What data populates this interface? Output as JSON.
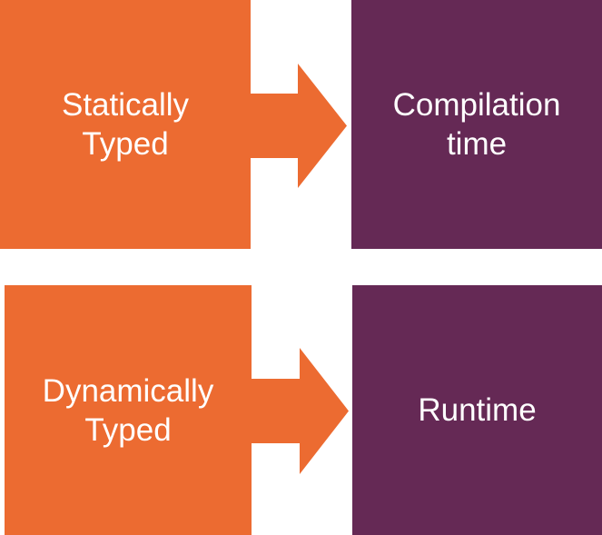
{
  "colors": {
    "orange": "#ec6b31",
    "purple": "#652955"
  },
  "rows": [
    {
      "source": "Statically\nTyped",
      "target": "Compilation\ntime"
    },
    {
      "source": "Dynamically\nTyped",
      "target": "Runtime"
    }
  ]
}
